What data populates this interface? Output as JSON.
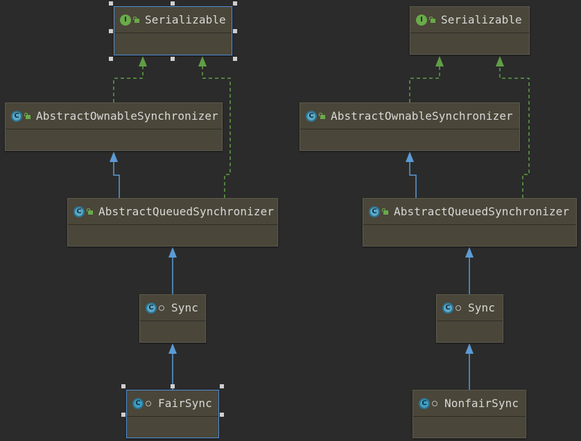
{
  "diagram": {
    "left": {
      "serializable": {
        "label": "Serializable",
        "kind": "interface",
        "icon": "interface-icon",
        "visibility": "public"
      },
      "aos": {
        "label": "AbstractOwnableSynchronizer",
        "kind": "abstract-class",
        "icon": "abstract-class-icon",
        "visibility": "public"
      },
      "aqs": {
        "label": "AbstractQueuedSynchronizer",
        "kind": "abstract-class",
        "icon": "abstract-class-icon",
        "visibility": "public"
      },
      "sync": {
        "label": "Sync",
        "kind": "abstract-class",
        "icon": "abstract-class-icon",
        "visibility": "package"
      },
      "leaf": {
        "label": "FairSync",
        "kind": "class",
        "icon": "class-icon",
        "visibility": "package"
      }
    },
    "right": {
      "serializable": {
        "label": "Serializable",
        "kind": "interface",
        "icon": "interface-icon",
        "visibility": "public"
      },
      "aos": {
        "label": "AbstractOwnableSynchronizer",
        "kind": "abstract-class",
        "icon": "abstract-class-icon",
        "visibility": "public"
      },
      "aqs": {
        "label": "AbstractQueuedSynchronizer",
        "kind": "abstract-class",
        "icon": "abstract-class-icon",
        "visibility": "public"
      },
      "sync": {
        "label": "Sync",
        "kind": "abstract-class",
        "icon": "abstract-class-icon",
        "visibility": "package"
      },
      "leaf": {
        "label": "NonfairSync",
        "kind": "class",
        "icon": "class-icon",
        "visibility": "package"
      }
    },
    "badges": {
      "interface": "I",
      "class": "C"
    },
    "colors": {
      "background": "#2b2b2b",
      "node_fill": "#4a4639",
      "extends_arrow": "#5b9bd5",
      "implements_arrow": "#5f9f46",
      "selection": "#4f8fd8"
    }
  }
}
